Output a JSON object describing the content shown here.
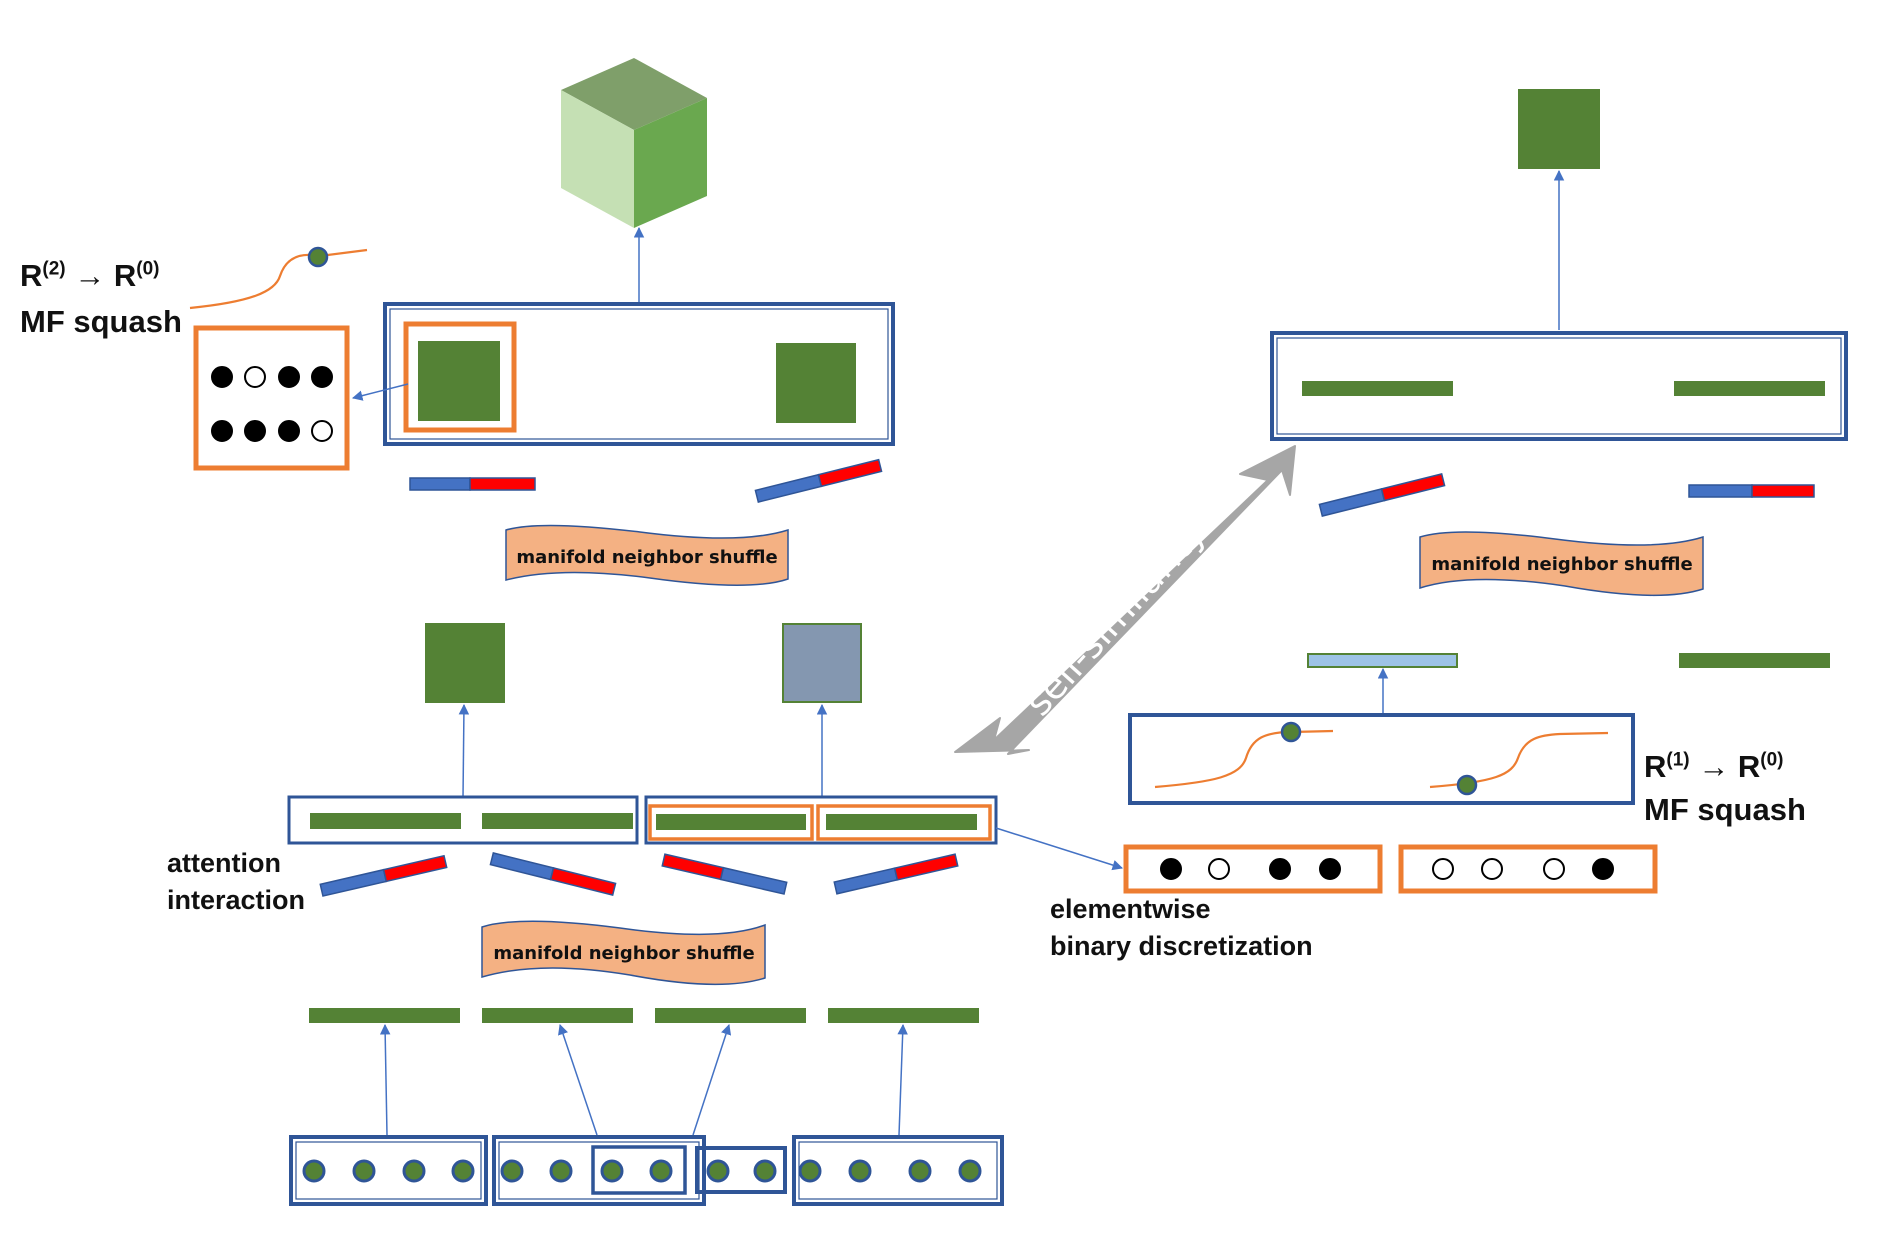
{
  "labels": {
    "squash_top": {
      "r_from": "R",
      "sup_from": "(2)",
      "arrow": "→",
      "r_to": "R",
      "sup_to": "(0)",
      "text": "MF squash"
    },
    "squash_right": {
      "r_from": "R",
      "sup_from": "(1)",
      "arrow": "→",
      "r_to": "R",
      "sup_to": "(0)",
      "text": "MF squash"
    },
    "attention": [
      "attention",
      "interaction"
    ],
    "discretization": [
      "elementwise",
      "binary discretization"
    ],
    "shuffle": "manifold neighbor shuffle",
    "self_similarity": "self-similarity"
  },
  "colors": {
    "green": "#548235",
    "blue_border": "#2F5597",
    "orange": "#ED7D31",
    "arrow_blue": "#4472C4",
    "shuffle_fill": "#F4B183",
    "red": "#FF0000",
    "gray_arrow": "#A6A6A6",
    "gray_blue_square": "#8497B0",
    "light_blue_bar": "#9DC3E6"
  },
  "binary_codes": {
    "top_left": [
      [
        1,
        0,
        1,
        1
      ],
      [
        1,
        1,
        1,
        0
      ]
    ],
    "bottom_right_a": [
      1,
      0,
      1,
      1
    ],
    "bottom_right_b": [
      0,
      0,
      0,
      1
    ]
  }
}
